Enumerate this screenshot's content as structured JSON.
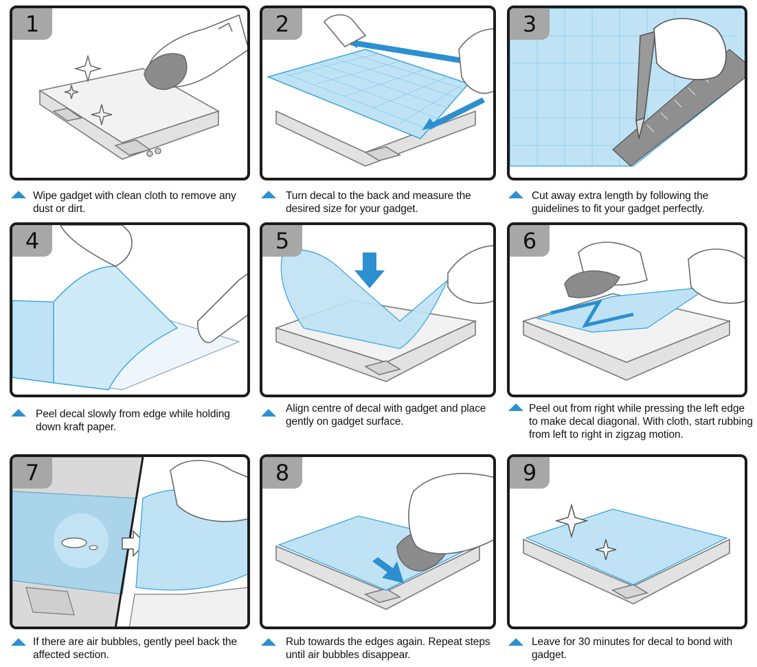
{
  "steps": [
    {
      "number": "1",
      "caption": "Wipe gadget with clean cloth to remove any dust or dirt."
    },
    {
      "number": "2",
      "caption": "Turn decal to the back and measure the desired size for your gadget."
    },
    {
      "number": "3",
      "caption": "Cut away extra length by following the guidelines to fit your gadget perfectly."
    },
    {
      "number": "4",
      "caption": "Peel decal slowly from edge while holding down kraft paper."
    },
    {
      "number": "5",
      "caption": "Align centre of decal with gadget and place gently on gadget surface."
    },
    {
      "number": "6",
      "caption": "Peel out from right while pressing the left edge to make decal diagonal. With cloth, start rubbing from left to right in zigzag motion."
    },
    {
      "number": "7",
      "caption": "If there are air bubbles, gently peel back the affected section."
    },
    {
      "number": "8",
      "caption": "Rub towards the edges again. Repeat steps until air bubbles disappear."
    },
    {
      "number": "9",
      "caption": "Leave for 30 minutes for decal to bond with gadget."
    }
  ],
  "colors": {
    "decal": "#bfe3f5",
    "decal_line": "#3aa3db",
    "arrow": "#2b8fd0",
    "tab": "#a7a7a7",
    "border": "#1b1b1b",
    "cloth": "#8c8c8c"
  }
}
